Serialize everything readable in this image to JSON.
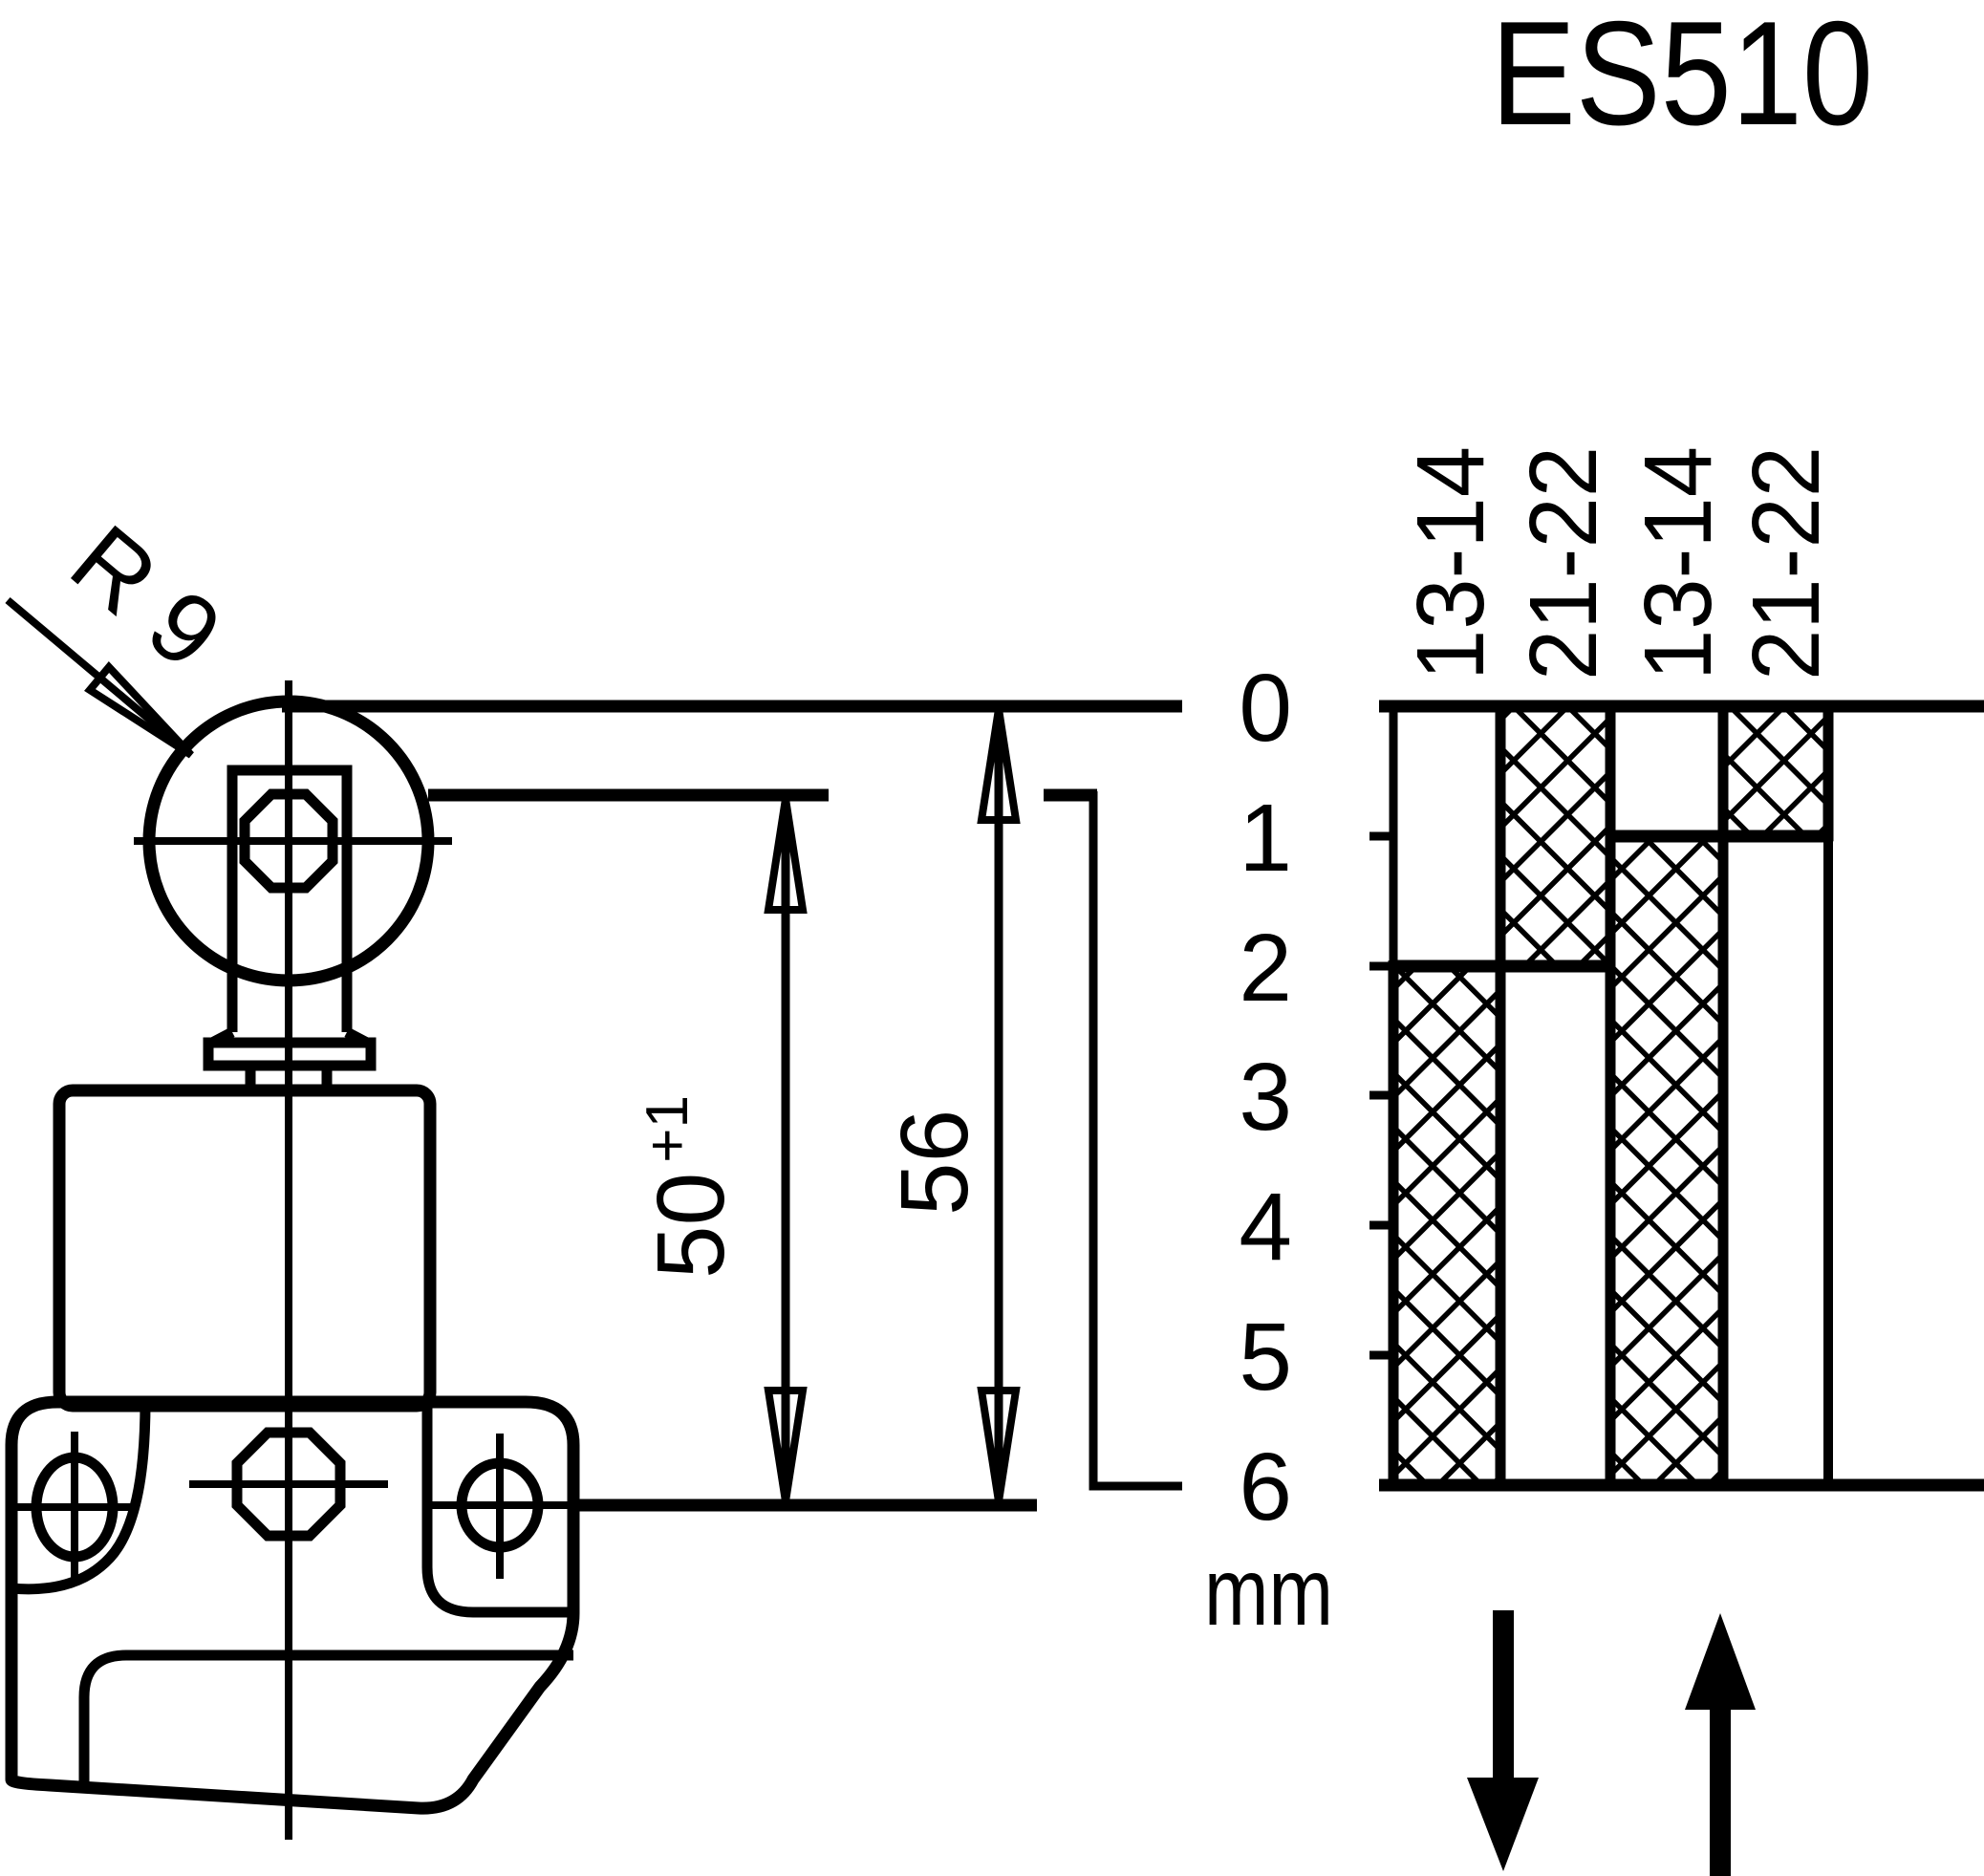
{
  "title": "ES510",
  "drawing": {
    "radius_label": "R 9",
    "dim_travel": {
      "value": "50",
      "tolerance": "+1"
    },
    "dim_total": "56"
  },
  "chart": {
    "unit_label": "mm",
    "scale_ticks": [
      "0",
      "1",
      "2",
      "3",
      "4",
      "5",
      "6"
    ],
    "column_labels": [
      "13-14",
      "21-22",
      "13-14",
      "21-22"
    ]
  },
  "chart_data": {
    "type": "table",
    "diagram_kind": "limit-switch contact travel diagram",
    "title": "ES510",
    "ylabel": "mm",
    "ylim": [
      0,
      6
    ],
    "y_ticks": [
      0,
      1,
      2,
      3,
      4,
      5,
      6
    ],
    "hatch_meaning": "cross-hatched range = contact closed over plunger travel (mm)",
    "series": [
      {
        "name": "13-14",
        "direction": "plunger pressed (down arrow)",
        "closed_mm": [
          2,
          6
        ]
      },
      {
        "name": "21-22",
        "direction": "plunger pressed (down arrow)",
        "closed_mm": [
          0,
          2
        ]
      },
      {
        "name": "13-14",
        "direction": "plunger released (up arrow)",
        "closed_mm": [
          1,
          6
        ]
      },
      {
        "name": "21-22",
        "direction": "plunger released (up arrow)",
        "closed_mm": [
          0,
          1
        ]
      }
    ],
    "switch_points_mm": {
      "press_operate": 2,
      "release_reset": 1
    },
    "dimensions_mm": {
      "roller_radius": "R 9",
      "free_position_height": "56",
      "operated_height": "50 +1"
    }
  }
}
